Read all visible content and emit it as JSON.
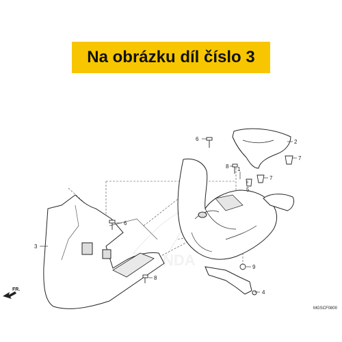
{
  "banner": {
    "text": "Na obrázku díl číslo 3",
    "color": "#f7c600"
  },
  "diagram": {
    "callouts": [
      "1",
      "2",
      "3",
      "4",
      "5",
      "6",
      "6",
      "7",
      "7",
      "8",
      "8",
      "9"
    ],
    "direction_label": "FR.",
    "code": "MGSCF0800",
    "watermark": "HONDA"
  }
}
